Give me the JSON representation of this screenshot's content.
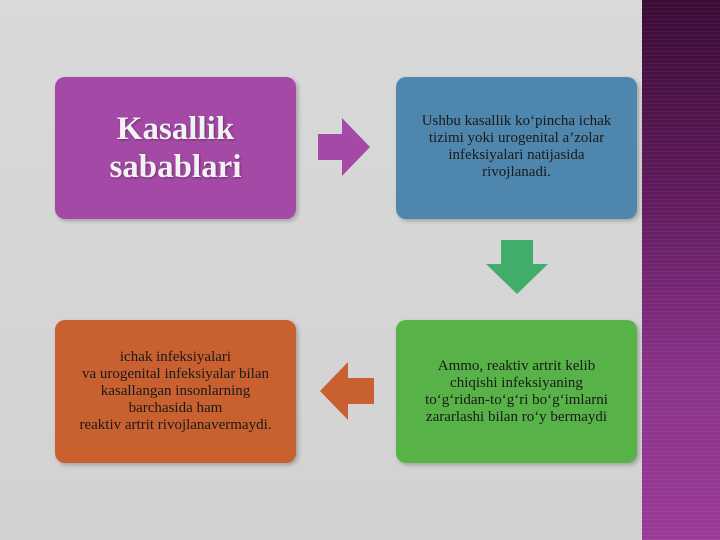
{
  "title": {
    "line1": "Kasallik",
    "line2": "sabablari"
  },
  "boxes": {
    "blue": "Ushbu kasallik ko‘pincha ichak\ntizimi yoki urogenital a’zolar\ninfeksiyalari natijasida\nrivojlanadi.",
    "green": "Ammo, reaktiv artrit kelib\nchiqishi infeksiyaning\nto‘g‘ridan-to‘g‘ri bo‘g‘imlarni\nzararlashi bilan ro‘y bermaydi",
    "orange": "ichak infeksiyalari\nva urogenital infeksiyalar bilan\nkasallangan insonlarning\nbarchasida ham\nreaktiv artrit rivojlanavermaydi."
  },
  "colors": {
    "title_box": "#a44aa6",
    "blue_box": "#4e86ad",
    "green_box": "#57b347",
    "orange_box": "#c9602f",
    "arrow_right": "#a44aa6",
    "arrow_down": "#42ad6b",
    "arrow_left": "#c9602f"
  },
  "icons": {
    "arrow_right": "arrow-right-icon",
    "arrow_down": "arrow-down-icon",
    "arrow_left": "arrow-left-icon"
  }
}
